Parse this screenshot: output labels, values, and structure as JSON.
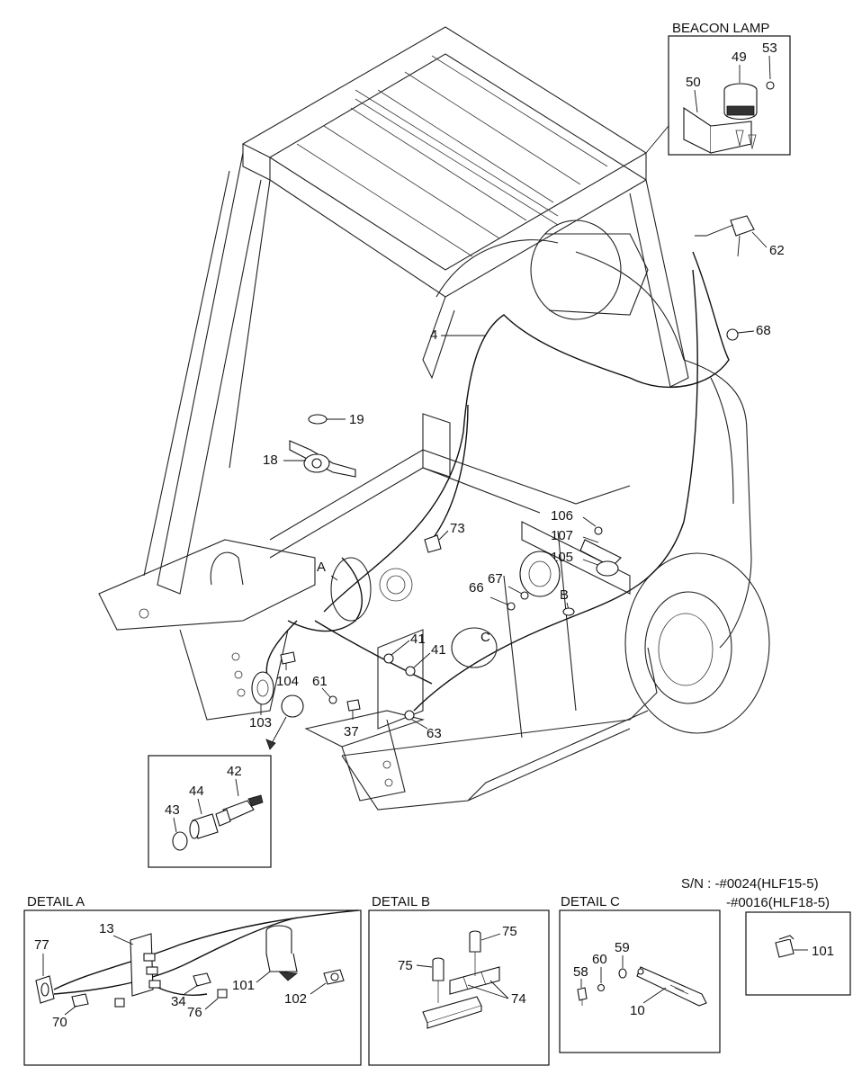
{
  "titles": {
    "beacon": "BEACON LAMP",
    "detail_a": "DETAIL A",
    "detail_b": "DETAIL B",
    "detail_c": "DETAIL C",
    "serial_line1": "S/N : -#0024(HLF15-5)",
    "serial_line2": "-#0016(HLF18-5)"
  },
  "callouts": {
    "p49": "49",
    "p53": "53",
    "p50": "50",
    "p62": "62",
    "p68": "68",
    "p4": "4",
    "p19": "19",
    "p18": "18",
    "p73": "73",
    "p106": "106",
    "p107": "107",
    "p105": "105",
    "p67": "67",
    "p66": "66",
    "pB": "B",
    "pA": "A",
    "pC": "C",
    "p41a": "41",
    "p41b": "41",
    "p61": "61",
    "p104": "104",
    "p103": "103",
    "p37": "37",
    "p63": "63",
    "p42": "42",
    "p44": "44",
    "p43": "43",
    "a13": "13",
    "a77": "77",
    "a34": "34",
    "a101": "101",
    "a102": "102",
    "a70": "70",
    "a76": "76",
    "b75a": "75",
    "b75b": "75",
    "b74": "74",
    "c58": "58",
    "c60": "60",
    "c59": "59",
    "c10": "10",
    "s101": "101"
  }
}
